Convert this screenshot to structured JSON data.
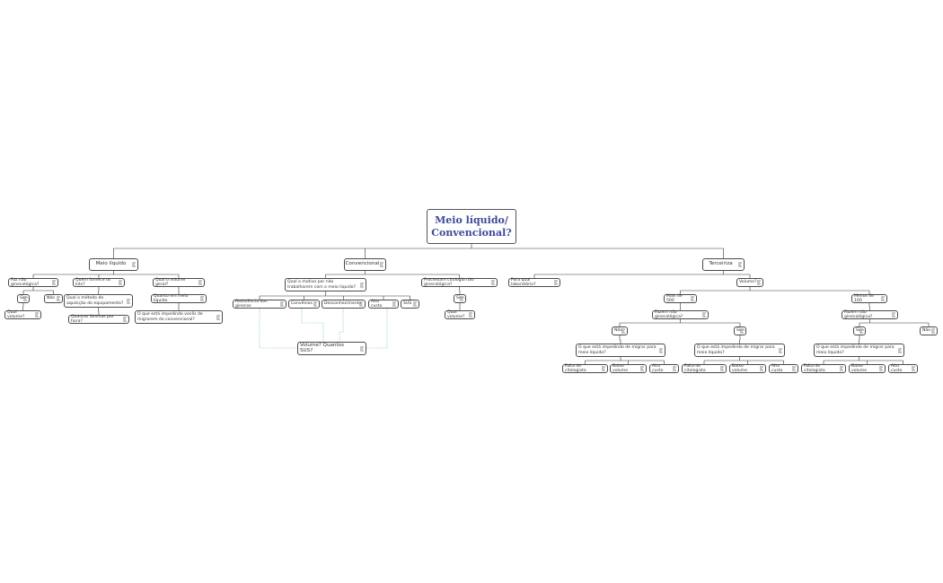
{
  "root": {
    "label": "Meio líquido/ Convencional?"
  },
  "nodes": {
    "meio_liquido": "Meio líquido",
    "faz_nao_gin": "Faz não ginecológica?",
    "quem_fornece": "Quem fornece os kits?",
    "qual_volume_geral": "Qual o volume geral?",
    "sim_a": "Sim",
    "nao_a": "Não",
    "qual_volume_a": "Qual volume?",
    "metodo_aquisicao": "Qual o método de aquisição do equipamento?",
    "quantas_laminas": "Quantas lâminas por hora?",
    "quanto_meio": "Quanto em meio líquido",
    "impedindo_migrarem": "O que está impedindo vocês de migrarem do convencional?",
    "convencional": "Convencional",
    "motivo_nao_trabalharem": "Qual o motivo por não trabalharem com o meio líquido?",
    "processam_nao_gin": "Processam citologia não ginecológica?",
    "resistencia": "Resistência dos ginecos",
    "convenios": "Convênios",
    "desconhecimento": "Desconhecimento",
    "alto_custo_c": "Alto custo",
    "sus": "SUS",
    "volume_sus": "Volume? Quantos SUS?",
    "sim_c": "Sim",
    "qual_volume_c": "Qual volume?",
    "terceiriza": "Terceiriza",
    "para_qual_lab": "Para qual laboratório?",
    "volume_t": "Volume?",
    "mais_500": "Mais de 500",
    "menos_100": "Menos de 100",
    "fazem_nao_gin_1": "Fazem não ginecológica?",
    "fazem_nao_gin_2": "Fazem não ginecológica?",
    "nao_t1": "Não",
    "sim_t1": "Sim",
    "sim_t2": "Sim",
    "nao_t2": "Não",
    "impedindo_1": "O que está impedindo de migrar para meio líquido?",
    "impedindo_2": "O que está impedindo de migrar para meio líquido?",
    "impedindo_3": "O que está impedindo de migrar para meio líquido?",
    "falta_cito_1": "Falta de citologista",
    "baixo_vol_1": "Baixo volume",
    "alto_custo_1": "Alto custo",
    "falta_cito_2": "Falta de citologista",
    "baixo_vol_2": "Baixo volume",
    "alto_custo_2": "Alto custo",
    "falta_cito_3": "Falta de citologista",
    "baixo_vol_3": "Baixo volume",
    "alto_custo_3": "Alto custo"
  },
  "colors": {
    "root_text": "#3e4a97",
    "line": "#333333",
    "relation": "#7fbfbf"
  }
}
